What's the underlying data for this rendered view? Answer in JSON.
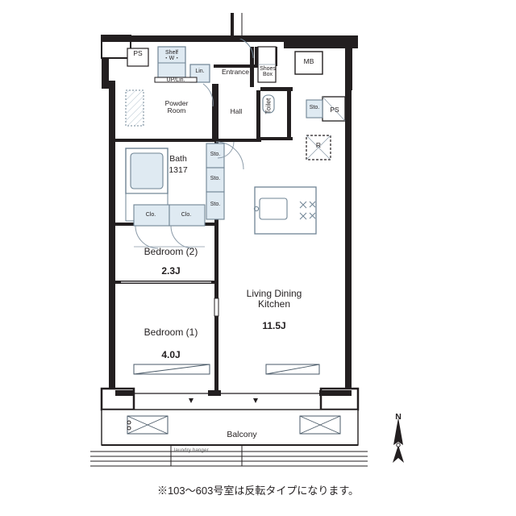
{
  "footnote": "※103～603号室は反転タイプになります。",
  "compass": {
    "label": "N"
  },
  "laundry_hanger": "laundry hanger",
  "rooms": [
    {
      "name": "living-dining-kitchen",
      "label": "Living Dining\nKitchen",
      "area": "11.5J"
    },
    {
      "name": "bedroom-1",
      "label": "Bedroom (1)",
      "area": "4.0J"
    },
    {
      "name": "bedroom-2",
      "label": "Bedroom (2)",
      "area": "2.3J"
    },
    {
      "name": "bath",
      "label": "Bath",
      "area": "1317"
    },
    {
      "name": "powder-room",
      "label": "Powder\nRoom"
    },
    {
      "name": "hall",
      "label": "Hall"
    },
    {
      "name": "entrance",
      "label": "Entrance"
    },
    {
      "name": "toilet",
      "label": "Toilet"
    },
    {
      "name": "balcony",
      "label": "Balcony"
    }
  ],
  "labels": {
    "ps_top": "PS",
    "ps_right": "PS",
    "shelf_w": "Shelf\n・W・",
    "up_lin": "UP/Lin.",
    "lin": "Lin.",
    "shoes_box": "Shoes\nBox",
    "mb": "MB",
    "sto_toilet": "Sto.",
    "r_box": "R",
    "sto_1": "Sto.",
    "sto_2": "Sto.",
    "sto_3": "Sto.",
    "clo_1": "Clo.",
    "clo_2": "Clo."
  },
  "colors": {
    "wall": "#231f20",
    "fixture_line": "#8a9aa8",
    "fixture_fill": "#dfeaf2",
    "hatch": "#6f8494",
    "balcony_fill": "#ffffff",
    "text": "#231f20"
  }
}
